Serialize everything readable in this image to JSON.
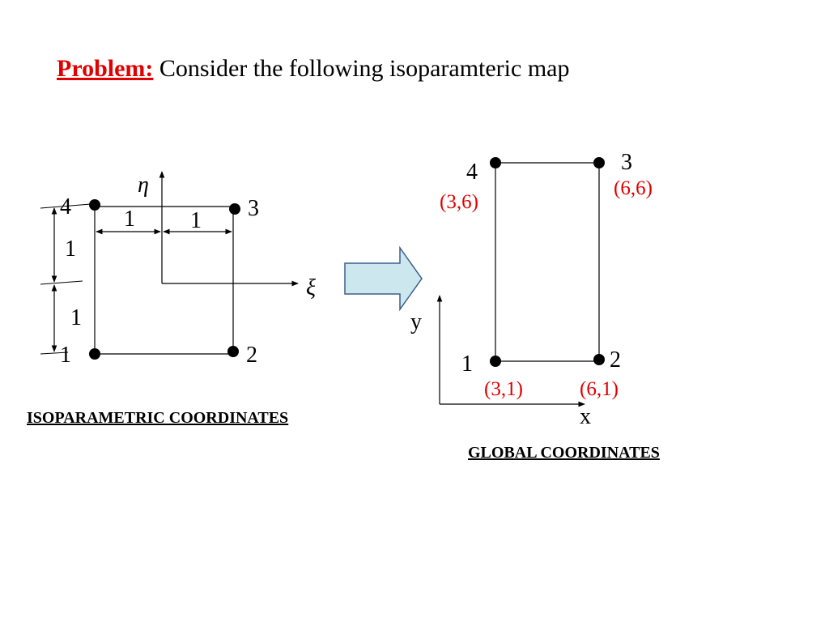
{
  "title": {
    "prefix": "Problem:",
    "text": "Consider the following isoparamteric map"
  },
  "isoparametric": {
    "caption": "ISOPARAMETRIC COORDINATES",
    "axis_eta": "η",
    "axis_xi": "ξ",
    "nodes": {
      "n1": "1",
      "n2": "2",
      "n3": "3",
      "n4": "4"
    },
    "dims": {
      "top_left": "1",
      "top_right": "1",
      "left_upper": "1",
      "left_lower": "1"
    }
  },
  "global": {
    "caption": "GLOBAL COORDINATES",
    "axis_x": "x",
    "axis_y": "y",
    "nodes": {
      "n1": "1",
      "n2": "2",
      "n3": "3",
      "n4": "4"
    },
    "coords": {
      "c1": "(3,1)",
      "c2": "(6,1)",
      "c3": "(6,6)",
      "c4": "(3,6)"
    }
  },
  "colors": {
    "accent": "#e00000",
    "arrow_fill": "#cce8ee",
    "arrow_stroke": "#3b5f8a"
  }
}
